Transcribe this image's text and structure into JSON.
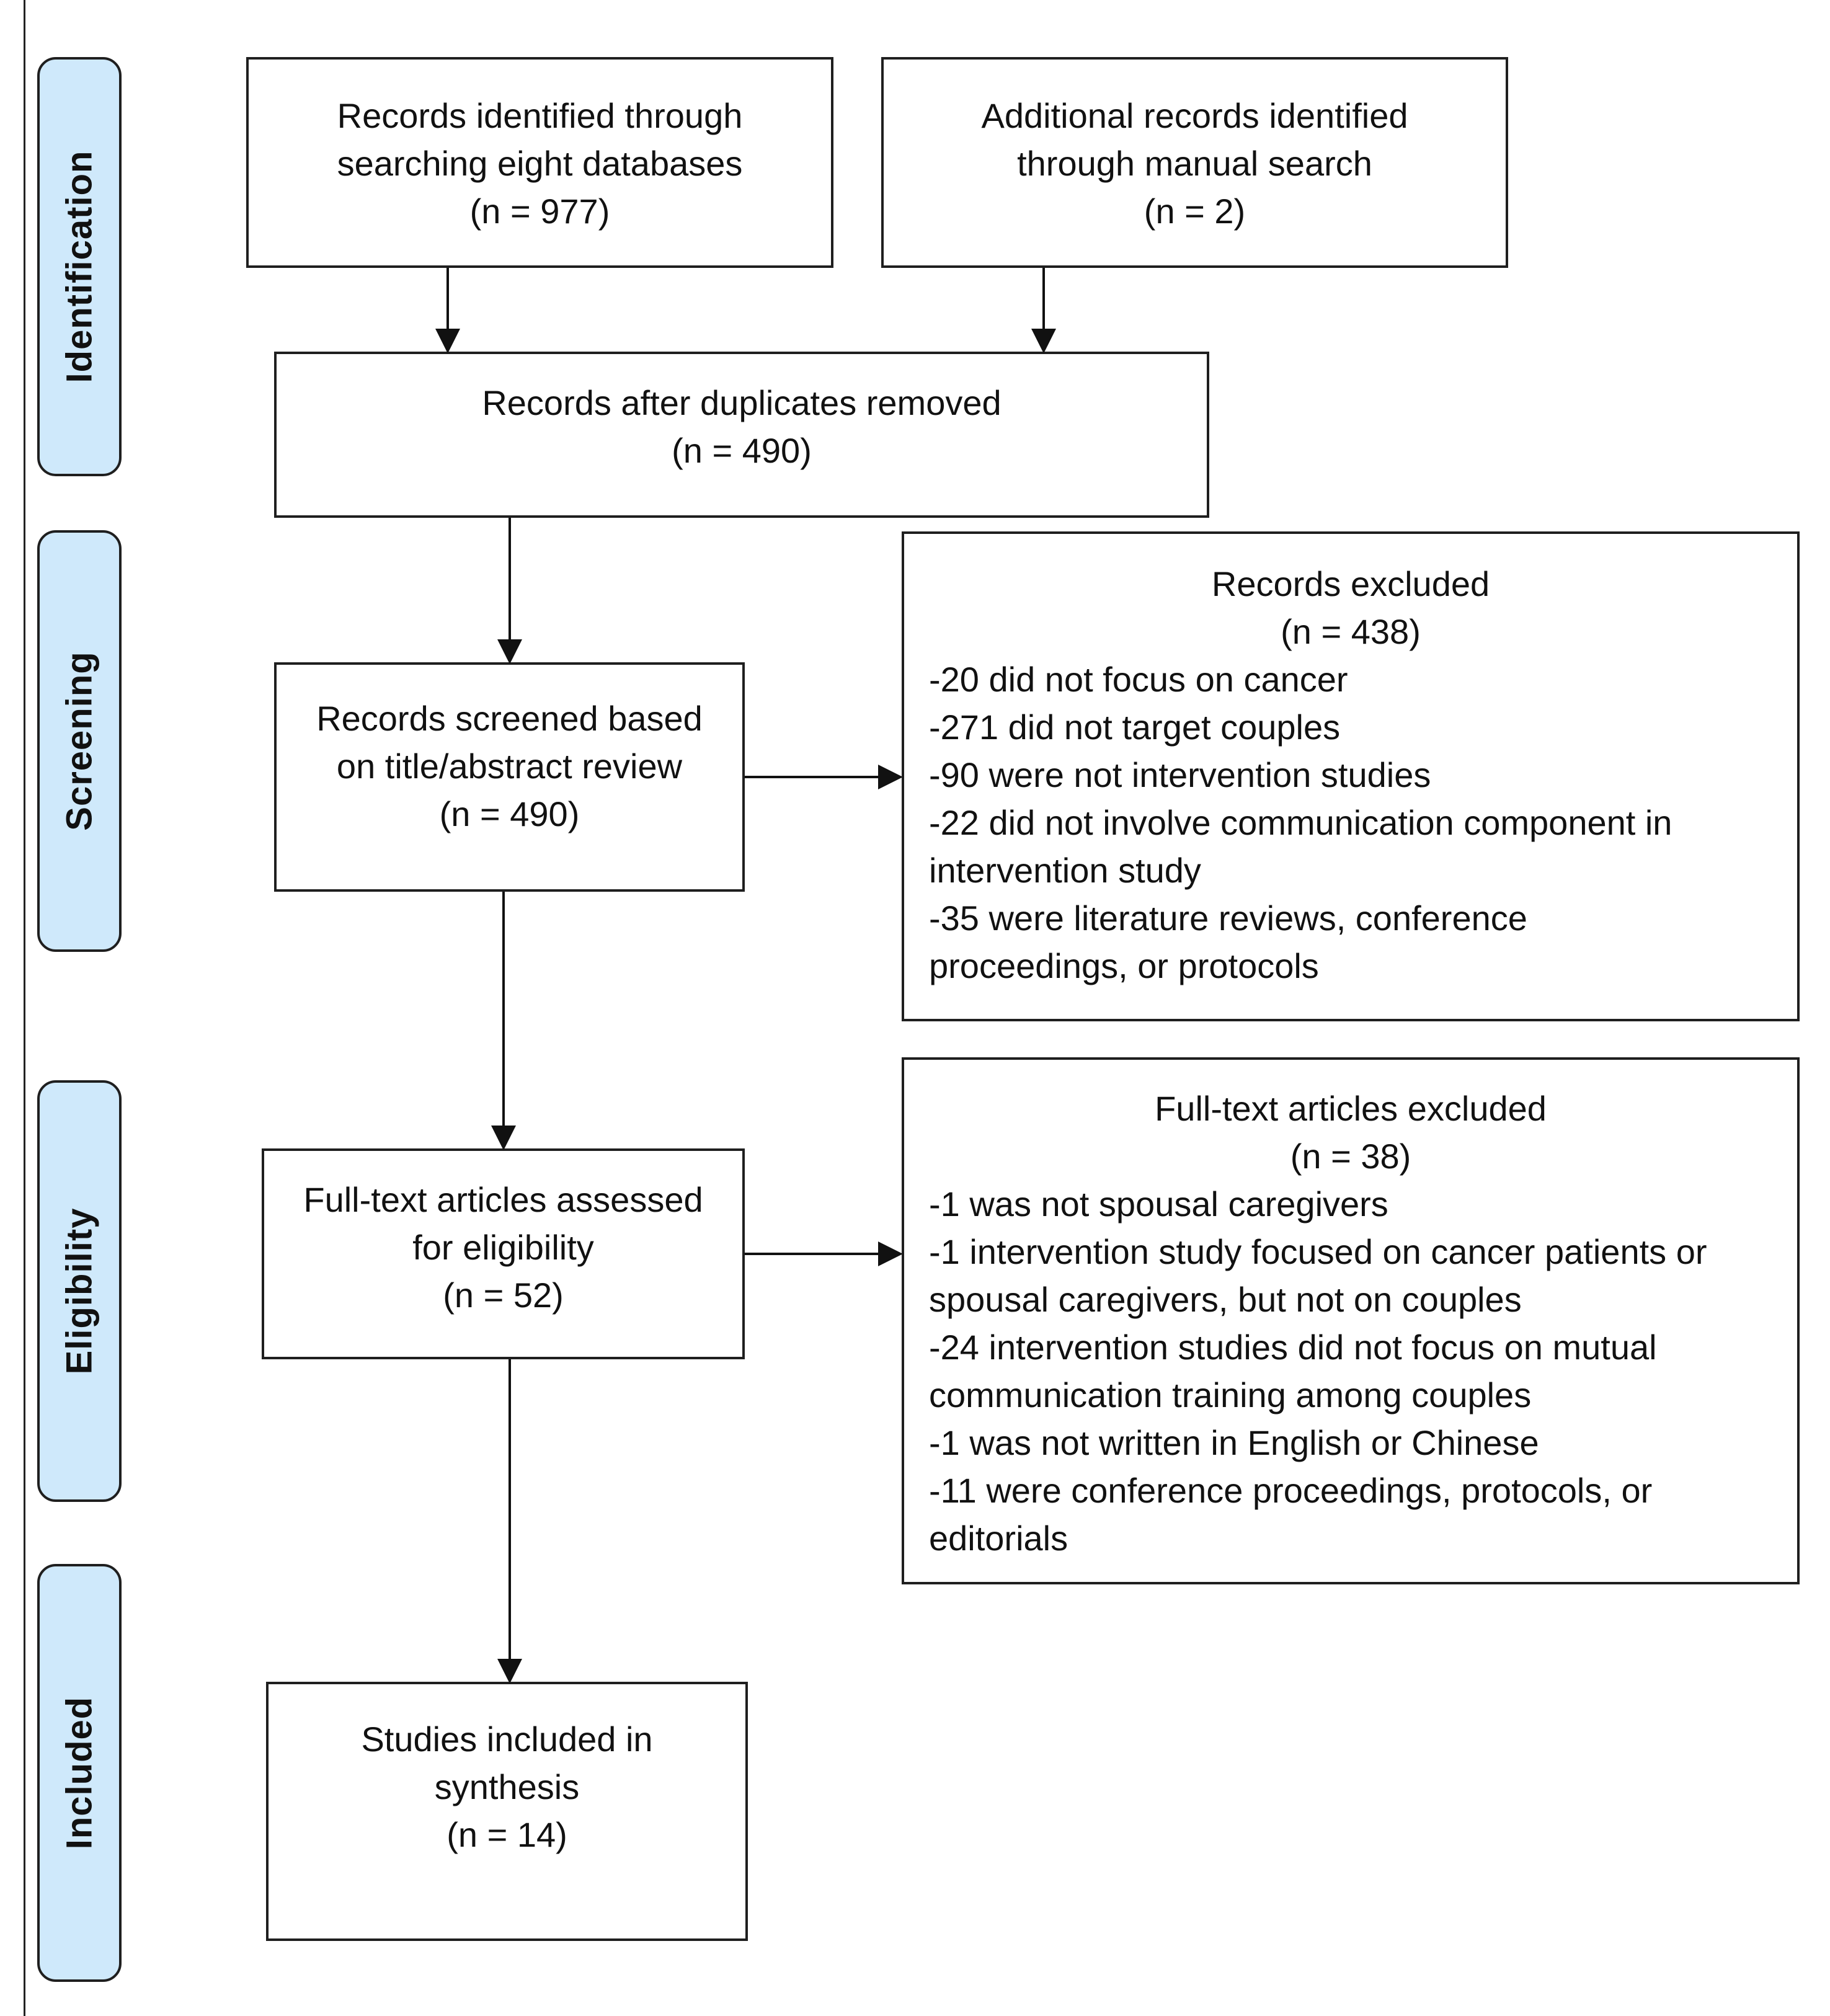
{
  "stages": {
    "identification": "Identification",
    "screening": "Screening",
    "eligibility": "Eligibility",
    "included": "Included"
  },
  "boxes": {
    "database_search": {
      "lines": [
        "Records identified through",
        "searching eight databases"
      ],
      "count": "(n = 977)"
    },
    "manual_search": {
      "lines": [
        "Additional records identified",
        "through manual search"
      ],
      "count": "(n = 2)"
    },
    "duplicates_removed": {
      "lines": [
        "Records after duplicates removed"
      ],
      "count": "(n = 490)"
    },
    "screened": {
      "lines": [
        "Records screened based",
        "on title/abstract review"
      ],
      "count": "(n = 490)"
    },
    "records_excluded": {
      "title": "Records excluded",
      "count": "(n = 438)",
      "items": [
        "-20 did not focus on cancer",
        "-271 did not target couples",
        "-90 were not intervention studies",
        "-22 did not involve communication component in",
        "intervention study",
        "-35 were literature reviews, conference",
        "proceedings, or protocols"
      ]
    },
    "full_text_assessed": {
      "lines": [
        "Full-text articles assessed",
        "for eligibility"
      ],
      "count": "(n = 52)"
    },
    "full_text_excluded": {
      "title": "Full-text articles excluded",
      "count": "(n = 38)",
      "items": [
        "-1 was not spousal caregivers",
        "-1 intervention study focused on cancer patients or",
        "spousal caregivers, but not on couples",
        "-24 intervention studies did not focus on mutual",
        "communication training among couples",
        "-1 was not written in English or Chinese",
        "-11 were conference proceedings, protocols, or",
        "editorials"
      ]
    },
    "included": {
      "lines": [
        "Studies included in",
        "synthesis"
      ],
      "count": "(n = 14)"
    }
  }
}
